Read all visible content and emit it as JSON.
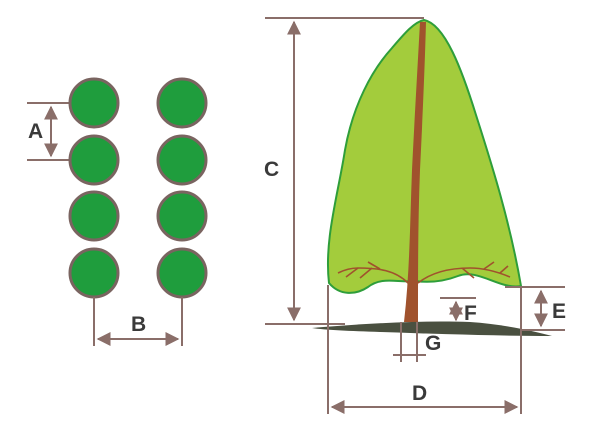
{
  "labels": {
    "a": "A",
    "b": "B",
    "c": "C",
    "d": "D",
    "e": "E",
    "f": "F",
    "g": "G"
  },
  "colors": {
    "canopy_fill": "#a3cc3c",
    "canopy_stroke": "#2e9e3a",
    "trunk": "#a0522d",
    "circle_fill": "#1f9d3d",
    "circle_stroke": "#7a6460",
    "dimension_line": "#8a6e69",
    "ground": "#4a5040"
  }
}
